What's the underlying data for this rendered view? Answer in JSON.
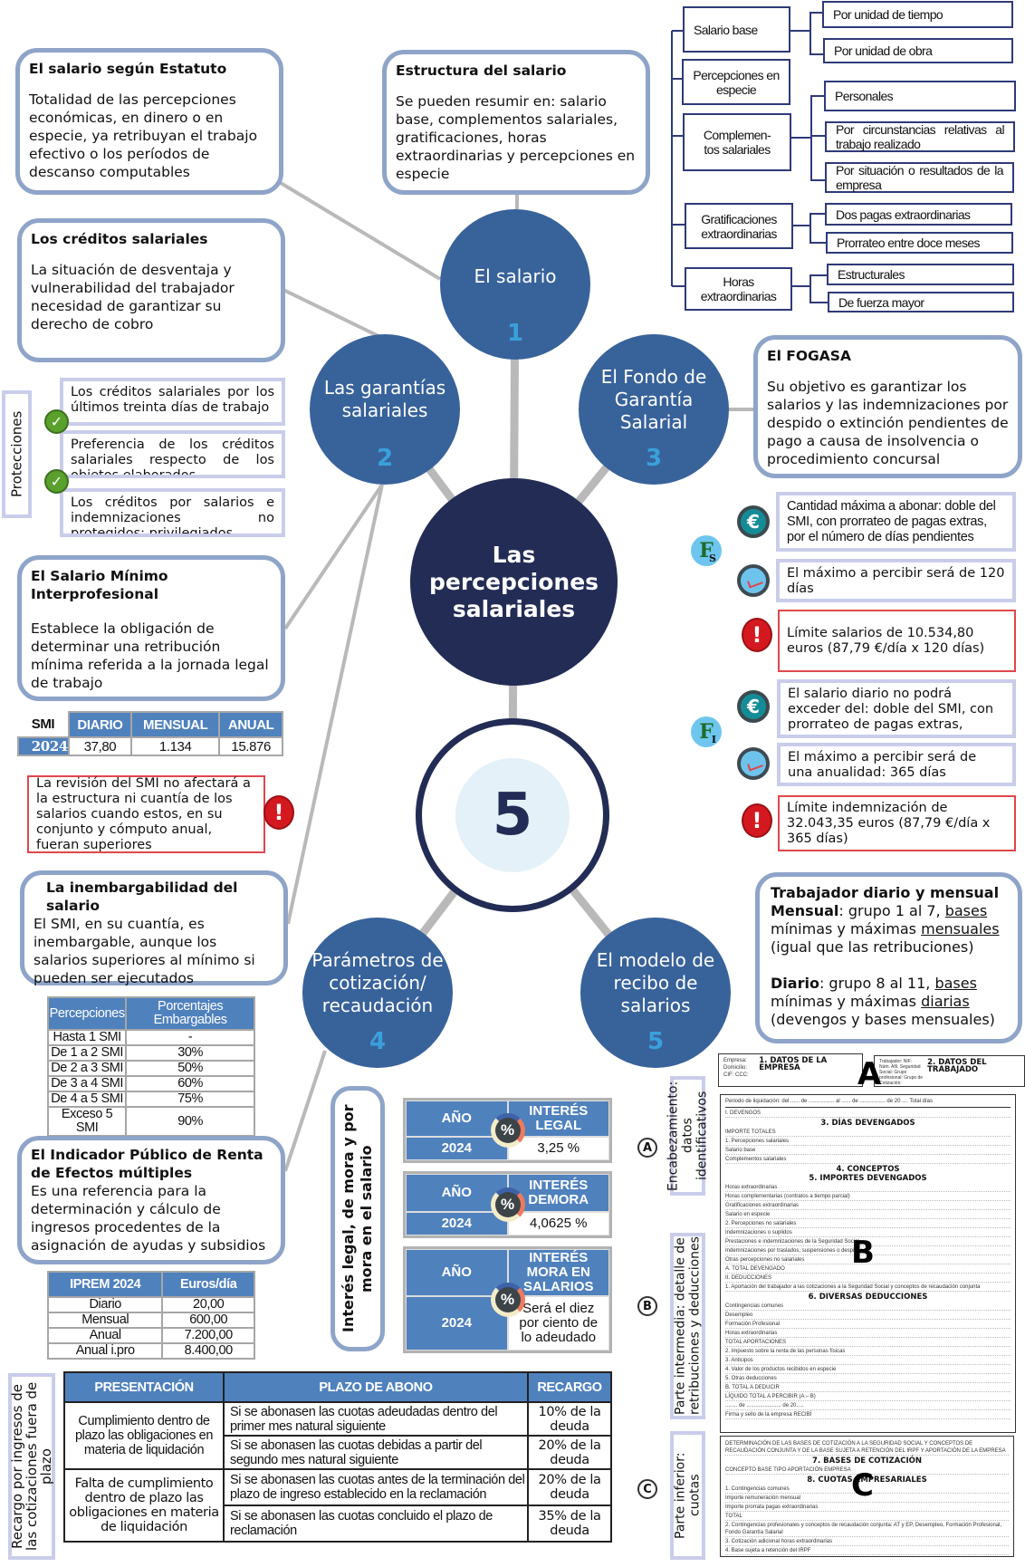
{
  "center": {
    "title": "Las percepciones salariales",
    "number": "5"
  },
  "circles": [
    {
      "label": "El salario",
      "num": "1"
    },
    {
      "label": "Las garantías salariales",
      "num": "2"
    },
    {
      "label": "El Fondo de Garantía Salarial",
      "num": "3"
    },
    {
      "label": "Parámetros de cotización/ recaudación",
      "num": "4"
    },
    {
      "label": "El modelo de recibo de salarios",
      "num": "5"
    }
  ],
  "estatuto": {
    "title": "El salario según Estatuto",
    "text": "Totalidad de las percepciones económicas, en dinero o en especie, ya retribuyan el trabajo efectivo o los períodos de descanso computables"
  },
  "estructura": {
    "title": "Estructura del salario",
    "text": "Se pueden resumir en: salario base, complementos salariales, gratificaciones, horas extraordinarias y percepciones en especie"
  },
  "tree": [
    {
      "label": "Salario base",
      "children": [
        "Por unidad de tiempo",
        "Por unidad de obra"
      ]
    },
    {
      "label": "Percepciones en especie",
      "children": []
    },
    {
      "label": "Complemen-tos salariales",
      "children": [
        "Personales",
        "Por circunstancias relativas al trabajo realizado",
        "Por situación o resultados de la empresa"
      ]
    },
    {
      "label": "Gratificaciones extraordinarias",
      "children": [
        "Dos pagas extraordinarias",
        "Prorrateo entre doce meses"
      ]
    },
    {
      "label": "Horas extraordinarias",
      "children": [
        "Estructurales",
        "De fuerza mayor"
      ]
    }
  ],
  "creditos": {
    "title": "Los créditos salariales",
    "text": "La situación de desventaja y vulnerabilidad del trabajador necesidad de garantizar su derecho de cobro"
  },
  "protecciones": {
    "label": "Protecciones",
    "items": [
      "Los créditos salariales por los últimos treinta días de trabajo",
      "Preferencia de los créditos salariales respecto de los objetos elaborados",
      "Los créditos por salarios e indemnizaciones no protegidos: privilegiados"
    ]
  },
  "smi_box": {
    "title": "El Salario Mínimo Interprofesional",
    "text": "Establece la obligación de determinar una retribución mínima referida a la jornada legal de trabajo"
  },
  "smi_table": {
    "corner": "SMI",
    "headers": [
      "DIARIO",
      "MENSUAL",
      "ANUAL"
    ],
    "year": "2024",
    "values": [
      "37,80",
      "1.134",
      "15.876"
    ]
  },
  "smi_note": "La revisión del SMI no afectará a la estructura ni cuantía de los salarios cuando estos, en su conjunto y cómputo anual, fueran superiores",
  "inembargabilidad": {
    "title": "La inembargabilidad del salario",
    "text": "El SMI, en su cuantía, es inembargable, aunque los salarios superiores al mínimo si pueden ser ejecutados"
  },
  "embargo_table": {
    "headers": [
      "Percepciones",
      "Porcentajes Embargables"
    ],
    "rows": [
      [
        "Hasta 1 SMI",
        "-"
      ],
      [
        "De 1 a 2 SMI",
        "30%"
      ],
      [
        "De 2 a 3 SMI",
        "50%"
      ],
      [
        "De 3 a 4 SMI",
        "60%"
      ],
      [
        "De 4 a 5 SMI",
        "75%"
      ],
      [
        "Exceso 5 SMI",
        "90%"
      ]
    ]
  },
  "iprem_box": {
    "title": "El Indicador Público de Renta de Efectos múltiples",
    "text": "Es una referencia para la determinación y cálculo de ingresos procedentes de la asignación de ayudas y subsidios"
  },
  "iprem_table": {
    "headers": [
      "IPREM 2024",
      "Euros/día"
    ],
    "rows": [
      [
        "Diario",
        "20,00"
      ],
      [
        "Mensual",
        "600,00"
      ],
      [
        "Anual",
        "7.200,00"
      ],
      [
        "Anual i.pro",
        "8.400,00"
      ]
    ]
  },
  "interes_label": "Interés legal, de mora y por mora en el salario",
  "interes_tables": [
    {
      "year_label": "AÑO",
      "year": "2024",
      "header": "INTERÉS LEGAL",
      "value": "3,25 %"
    },
    {
      "year_label": "AÑO",
      "year": "2024",
      "header": "INTERÉS DEMORA",
      "value": "4,0625 %"
    },
    {
      "year_label": "AÑO",
      "year": "2024",
      "header": "INTERÉS MORA EN SALARIOS",
      "value": "Será el diez por ciento de lo adeudado"
    }
  ],
  "recargo": {
    "label": "Recargo por ingresos de las cotizaciones fuera de plazo",
    "headers": [
      "PRESENTACIÓN",
      "PLAZO DE ABONO",
      "RECARGO"
    ],
    "groups": [
      {
        "presentacion": "Cumplimiento dentro de plazo las obligaciones en materia de liquidación",
        "rows": [
          [
            "Si se abonasen las cuotas adeudadas dentro del primer mes natural siguiente",
            "10% de la deuda"
          ],
          [
            "Si se abonasen las cuotas debidas a partir del segundo mes natural siguiente",
            "20% de la deuda"
          ]
        ]
      },
      {
        "presentacion": "Falta de cumplimiento dentro de plazo las obligaciones en materia de liquidación",
        "rows": [
          [
            "Si se abonasen las cuotas antes de la terminación del plazo de ingreso establecido en la reclamación",
            "20% de la deuda"
          ],
          [
            "Si se abonasen las cuotas concluido el plazo de reclamación",
            "35% de la deuda"
          ]
        ]
      }
    ]
  },
  "fogasa": {
    "title": "El FOGASA",
    "text": "Su objetivo es garantizar los salarios y las indemnizaciones por despido o extinción pendientes de pago a causa de insolvencia o procedimiento concursal"
  },
  "fondo_icons": {
    "fs": "S",
    "fi": "I"
  },
  "fondo_items": [
    "Cantidad máxima a abonar: doble del SMI, con prorrateo de pagas extras, por el número de días pendientes",
    "El máximo a percibir será de 120 días",
    "Límite salarios de 10.534,80 euros (87,79 €/día x 120 días)",
    "El salario diario no podrá exceder del: doble del SMI, con prorrateo de pagas extras,",
    "El máximo a percibir será de una anualidad: 365 días",
    "Límite indemnización de 32.043,35 euros (87,79 €/día x 365 días)"
  ],
  "trabajador": {
    "title": "Trabajador diario y mensual",
    "mensual_label": "Mensual",
    "mensual_text": ": grupo 1 al 7, ",
    "mensual_u1": "bases",
    "mensual_t2": " mínimas y máximas ",
    "mensual_u2": "mensuales",
    "mensual_t3": " (igual que las retribuciones)",
    "diario_label": "Diario",
    "diario_text": ": grupo 8 al 11, ",
    "diario_u1": "bases",
    "diario_t2": " mínimas y máximas ",
    "diario_u2": "diarias",
    "diario_t3": " (devengos y bases mensuales)"
  },
  "recibo": {
    "side_labels": [
      "Encabezamiento: datos identificativos",
      "Parte intermedia: detalle de retribuciones y deducciones",
      "Parte inferior: cuotas"
    ],
    "letters": [
      "A",
      "B",
      "C"
    ],
    "empresa": {
      "fields": "Empresa: Domicilio: CIF: CCC:",
      "label": "1. DATOS DE LA EMPRESA"
    },
    "trabajador": {
      "fields": "Trabajador: NIF: Núm. Afil. Seguridad Social: Grupo profesional: Grupo de Cotización:",
      "label": "2. DATOS DEL TRABAJADO"
    },
    "periodo": "Periodo de liquidación: del ...... de ................. al ...... de ................. de 20 ....   Total días",
    "b_lines": [
      {
        "t": "I. DEVENGOS"
      },
      {
        "t": "3. DÍAS DEVENGADOS",
        "L": 1
      },
      {
        "t": "IMPORTE   TOTALES"
      },
      {
        "t": "1. Percepciones salariales"
      },
      {
        "t": "Salario base"
      },
      {
        "t": "Complementos salariales"
      },
      {
        "t": "4. CONCEPTOS",
        "L": 1
      },
      {
        "t": "5. IMPORTES DEVENGADOS",
        "L": 1
      },
      {
        "t": "Horas extraordinarias"
      },
      {
        "t": "Horas complementarias (contratos a tiempo parcial)"
      },
      {
        "t": "Gratificaciones extraordinarias"
      },
      {
        "t": "Salario en especie"
      },
      {
        "t": "2. Percepciones no salariales"
      },
      {
        "t": "Indemnizaciones o suplidos"
      },
      {
        "t": "Prestaciones e indemnizaciones de la Seguridad Social"
      },
      {
        "t": "Indemnizaciones por traslados, suspensiones o despidos"
      },
      {
        "t": "Otras percepciones no salariales"
      },
      {
        "t": "A. TOTAL DEVENGADO"
      },
      {
        "t": "II. DEDUCCIONES"
      },
      {
        "t": "1. Aportación del trabajador a las cotizaciones a la Seguridad Social y conceptos de recaudación conjunta"
      },
      {
        "t": "6. DIVERSAS DEDUCCIONES",
        "L": 1
      },
      {
        "t": "Contingencias comunes"
      },
      {
        "t": "Desempleo"
      },
      {
        "t": "Formación Profesional"
      },
      {
        "t": "Horas extraordinarias"
      },
      {
        "t": "TOTAL APORTACIONES"
      },
      {
        "t": "2. Impuesto sobre la renta de las personas físicas"
      },
      {
        "t": "3. Anticipos"
      },
      {
        "t": "4. Valor de los productos recibidos en especie"
      },
      {
        "t": "5. Otras deducciones"
      },
      {
        "t": "B. TOTAL A DEDUCIR"
      },
      {
        "t": "LÍQUIDO TOTAL A PERCIBIR (A – B)"
      },
      {
        "t": "........ de ....................... de 20....."
      },
      {
        "t": "Firma y sello de la empresa          RECIBÍ"
      }
    ],
    "c_lines": [
      {
        "t": "DETERMINACIÓN DE LAS BASES DE COTIZACIÓN A LA SEGURIDAD SOCIAL Y CONCEPTOS DE RECAUDACIÓN CONJUNTA Y DE LA BASE SUJETA A RETENCIÓN DEL IRPF Y APORTACIÓN DE LA EMPRESA"
      },
      {
        "t": "7. BASES DE COTIZACIÓN",
        "L": 1
      },
      {
        "t": "CONCEPTO   BASE   TIPO   APORTACIÓN EMPRESA"
      },
      {
        "t": "8. CUOTAS EMPRESARIALES",
        "L": 1
      },
      {
        "t": "1. Contingencias comunes"
      },
      {
        "t": "Importe remuneración mensual"
      },
      {
        "t": "Importe prorrata pagas extraordinarias"
      },
      {
        "t": "TOTAL"
      },
      {
        "t": "2. Contingencias profesionales y conceptos de recaudación conjunta: AT y EP, Desempleo, Formación Profesional, Fondo Garantía Salarial"
      },
      {
        "t": "3. Cotización adicional horas extraordinarias"
      },
      {
        "t": "4. Base sujeta a retención del IRPF"
      }
    ]
  },
  "colors": {
    "circle": "#38629a",
    "center": "#222c55",
    "number": "#3aa0dc",
    "box_border": "#8ea4c8",
    "table_header": "#4f81bd",
    "alert": "#e0474c"
  }
}
